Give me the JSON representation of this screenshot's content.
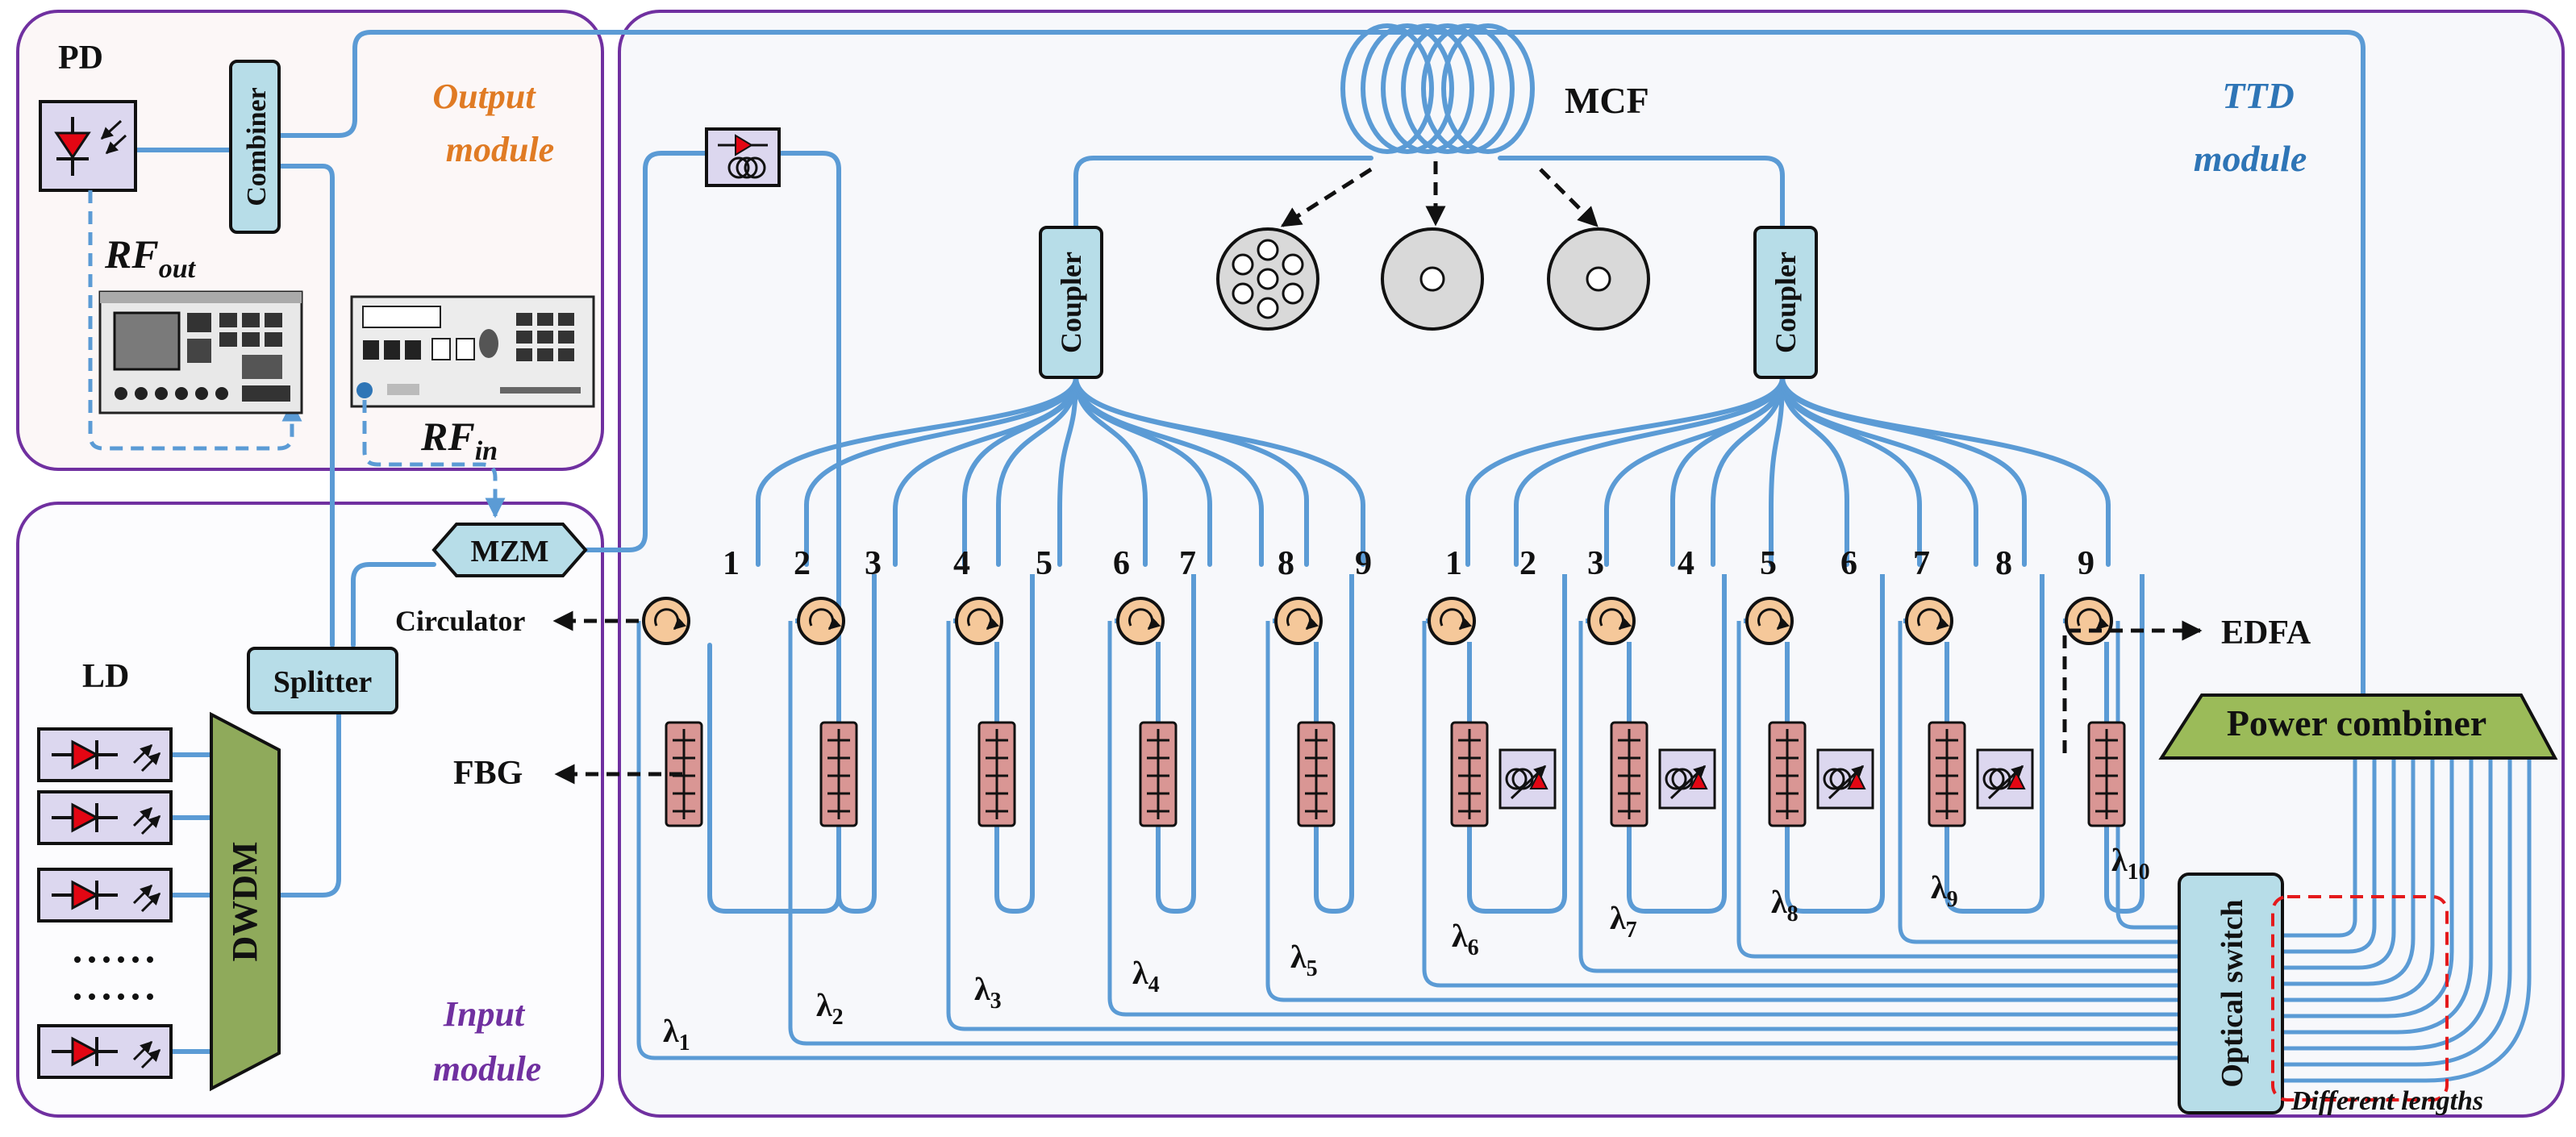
{
  "modules": {
    "output": {
      "line1": "Output",
      "line2": "module",
      "color": "#e07b24"
    },
    "input": {
      "line1": "Input",
      "line2": "module",
      "color": "#7030a0"
    },
    "ttd": {
      "line1": "TTD",
      "line2": "module",
      "color": "#2e75b6"
    }
  },
  "components": {
    "pd": "PD",
    "ld": "LD",
    "combiner": "Combiner",
    "splitter": "Splitter",
    "mzm": "MZM",
    "dwdm": "DWDM",
    "mcf": "MCF",
    "coupler_left": "Coupler",
    "coupler_right": "Coupler",
    "circulator": "Circulator",
    "fbg": "FBG",
    "edfa": "EDFA",
    "power_combiner": "Power combiner",
    "optical_switch": "Optical switch",
    "different_lengths": "Different lengths"
  },
  "rf": {
    "out": {
      "base": "RF",
      "sub": "out"
    },
    "in": {
      "base": "RF",
      "sub": "in"
    }
  },
  "channels_left": [
    "1",
    "2",
    "3",
    "4",
    "5",
    "6",
    "7",
    "8",
    "9"
  ],
  "channels_right": [
    "1",
    "2",
    "3",
    "4",
    "5",
    "6",
    "7",
    "8",
    "9"
  ],
  "wavelengths": [
    {
      "sym": "λ",
      "sub": "1"
    },
    {
      "sym": "λ",
      "sub": "2"
    },
    {
      "sym": "λ",
      "sub": "3"
    },
    {
      "sym": "λ",
      "sub": "4"
    },
    {
      "sym": "λ",
      "sub": "5"
    },
    {
      "sym": "λ",
      "sub": "6"
    },
    {
      "sym": "λ",
      "sub": "7"
    },
    {
      "sym": "λ",
      "sub": "8"
    },
    {
      "sym": "λ",
      "sub": "9"
    },
    {
      "sym": "λ",
      "sub": "10"
    }
  ],
  "colors": {
    "fiber": "#5b9bd5",
    "component_fill": "#b7dde8",
    "grating": "#d99694",
    "dwdm": "#8faa5b",
    "power_combiner": "#9bbb59",
    "circulator": "#f5c89a",
    "laser_red": "#e30613",
    "module_border": "#7030a0",
    "length_box": "#e41a1c"
  }
}
